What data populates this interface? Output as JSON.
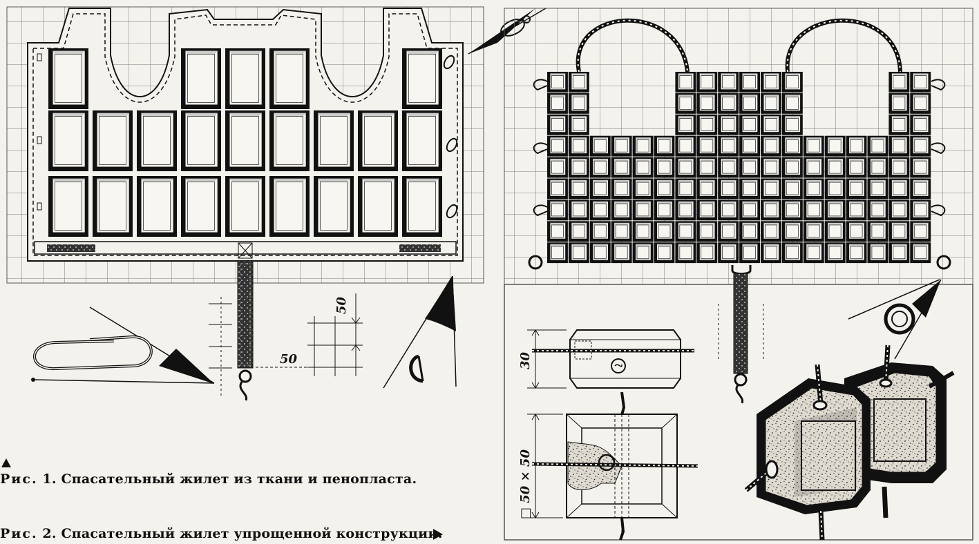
{
  "figure1": {
    "caption_prefix": "Рис.",
    "caption_text": "1. Спасательный жилет из ткани и пенопласта.",
    "dim_vertical": "50",
    "dim_horizontal": "50"
  },
  "figure2": {
    "caption_prefix": "Рис.",
    "caption_text": "2. Спасательный жилет упрощенной конструкции.",
    "dim_height": "30",
    "dim_section": "□ 50 × 50"
  },
  "colors": {
    "ink": "#111111",
    "grid": "#7a7a7a",
    "paper": "#f4f2ec",
    "foam": "#d9d6cc"
  }
}
